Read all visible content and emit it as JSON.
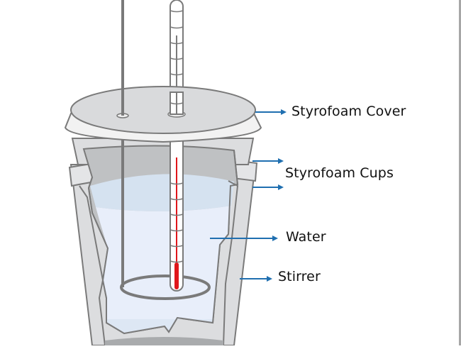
{
  "diagram": {
    "type": "coffee-cup calorimeter",
    "labels": [
      {
        "id": "styrofoam-cover",
        "text": "Styrofoam Cover"
      },
      {
        "id": "styrofoam-cups",
        "text": "Styrofoam Cups"
      },
      {
        "id": "water",
        "text": "Water"
      },
      {
        "id": "stirrer",
        "text": "Stirrer"
      }
    ],
    "colors": {
      "arrow": "#1f6fb0",
      "outline": "#7a7a7a",
      "lid_top": "#d9dadc",
      "lid_rim": "#f2f2f2",
      "cup_outer": "#dcdddf",
      "cup_inner": "#bfc1c3",
      "water_surface": "#d5e2f0",
      "water_body": "#e8eefa",
      "mercury": "#e0161b",
      "frame_border": "#a6a6a6"
    }
  }
}
